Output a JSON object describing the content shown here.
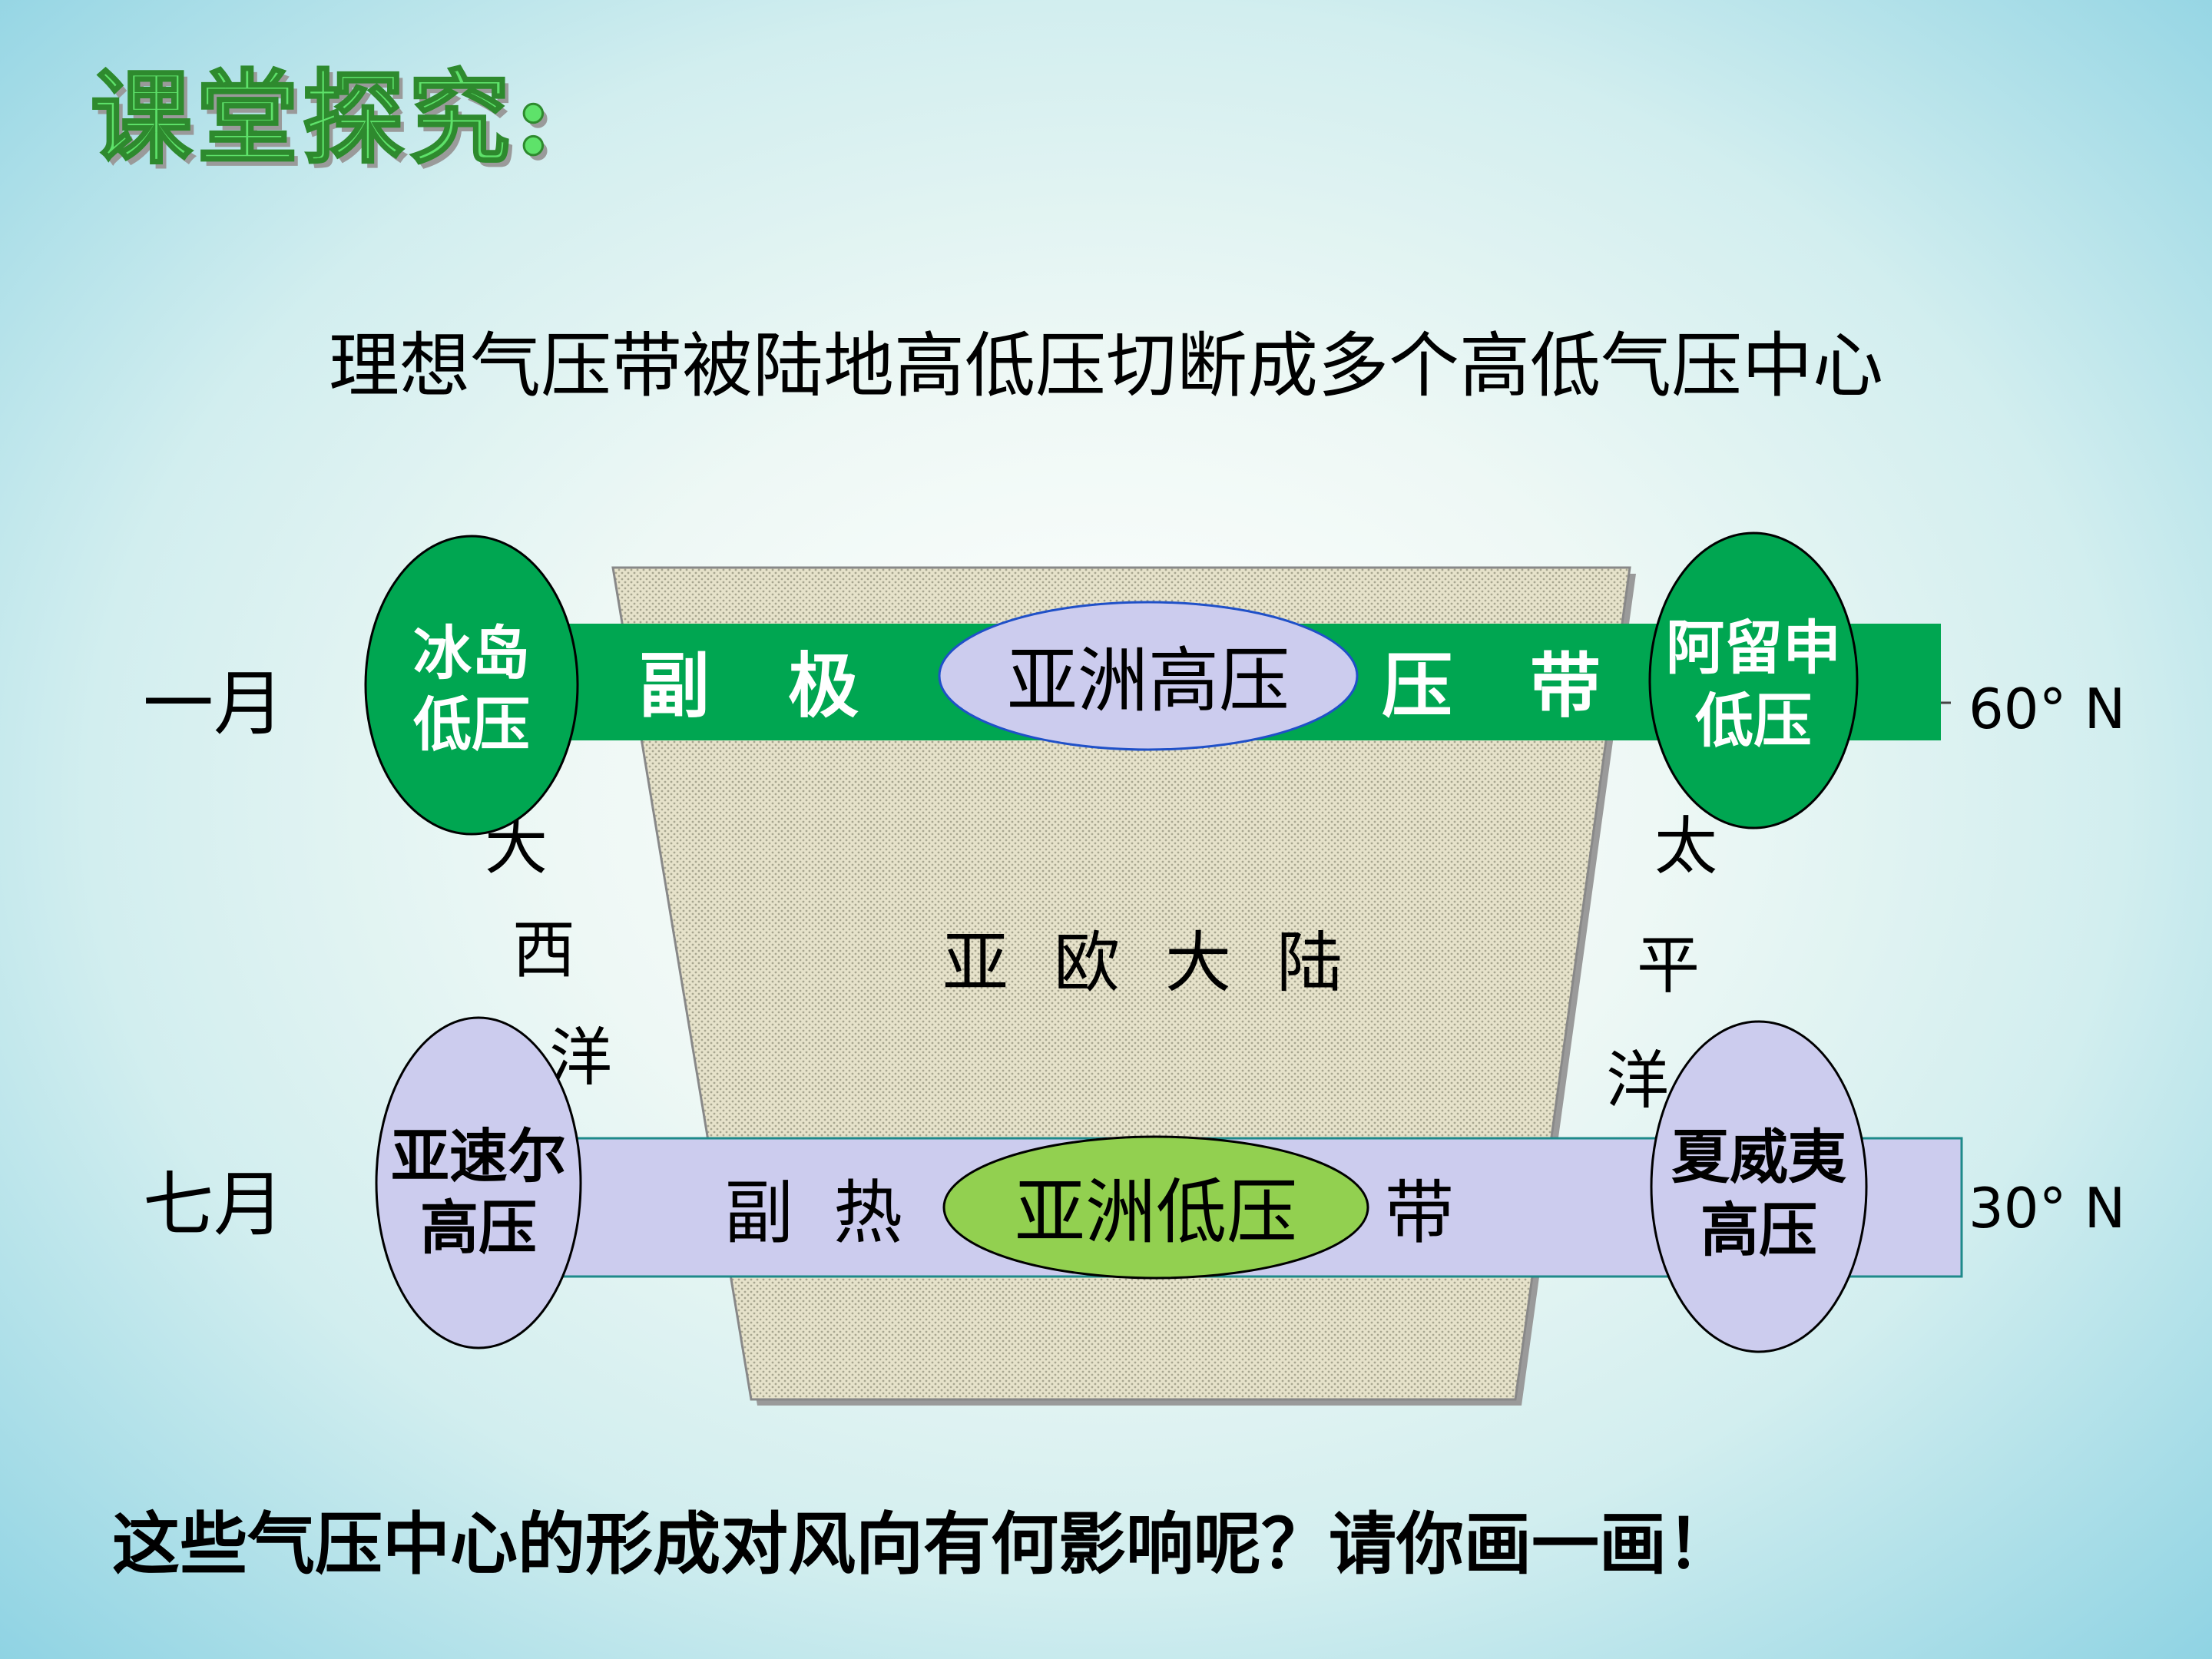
{
  "title": "课堂探究:",
  "subtitle": "理想气压带被陆地高低压切断成多个高低气压中心",
  "question": "这些气压中心的形成对风向有何影响呢？请你画一画！",
  "continent_label": [
    "亚",
    "欧",
    "大",
    "陆"
  ],
  "atlantic_label": [
    "大",
    "西",
    "洋"
  ],
  "pacific_label": [
    "太",
    "平",
    "洋"
  ],
  "january": {
    "month": "一月",
    "belt_chars_left": [
      "副",
      "极"
    ],
    "belt_chars_right": [
      "压",
      "带"
    ],
    "latitude": "60°  N",
    "center_label": "亚洲高压",
    "left_center": [
      "冰岛",
      "低压"
    ],
    "right_center": [
      "阿留申",
      "低压"
    ]
  },
  "july": {
    "month": "七月",
    "belt_chars_left": [
      "副",
      "热"
    ],
    "belt_chars_right": [
      "带"
    ],
    "latitude": "30°  N",
    "center_label": "亚洲低压",
    "left_center": [
      "亚速尔",
      "高压"
    ],
    "right_center": [
      "夏威夷",
      "高压"
    ]
  },
  "colors": {
    "green_belt": "#00a651",
    "green_ellipse": "#00a651",
    "lavender": "#ccccee",
    "lime_ellipse": "#92d050",
    "continent": "#e4e0c8"
  }
}
